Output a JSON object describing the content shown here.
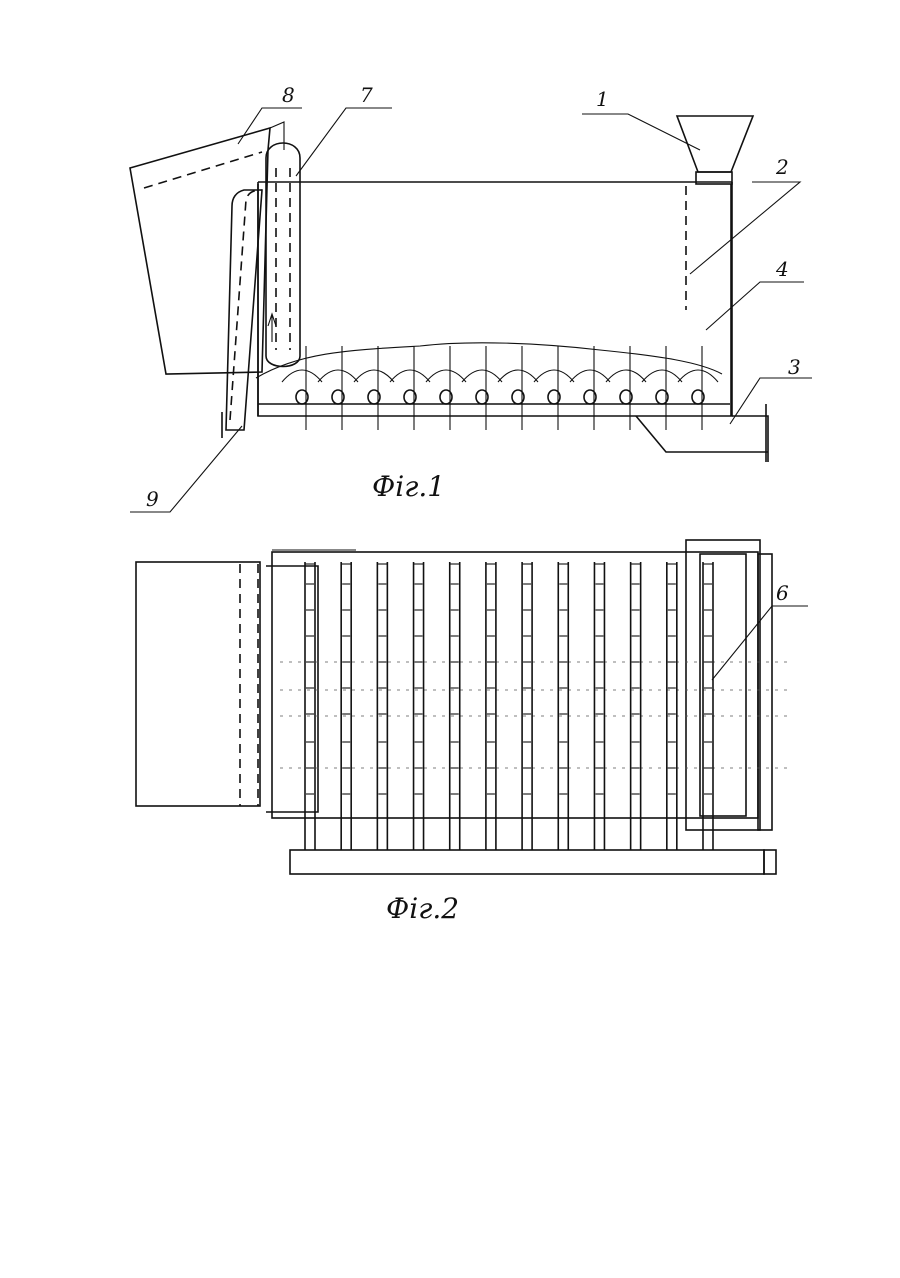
{
  "figures": [
    {
      "caption": "Фiг.1",
      "labels": [
        "1",
        "2",
        "3",
        "4",
        "7",
        "8",
        "9"
      ]
    },
    {
      "caption": "Фiг.2",
      "labels": [
        "6"
      ]
    }
  ],
  "pipe_count": 12,
  "colors": {
    "ink": "#111111",
    "paper": "#ffffff"
  }
}
